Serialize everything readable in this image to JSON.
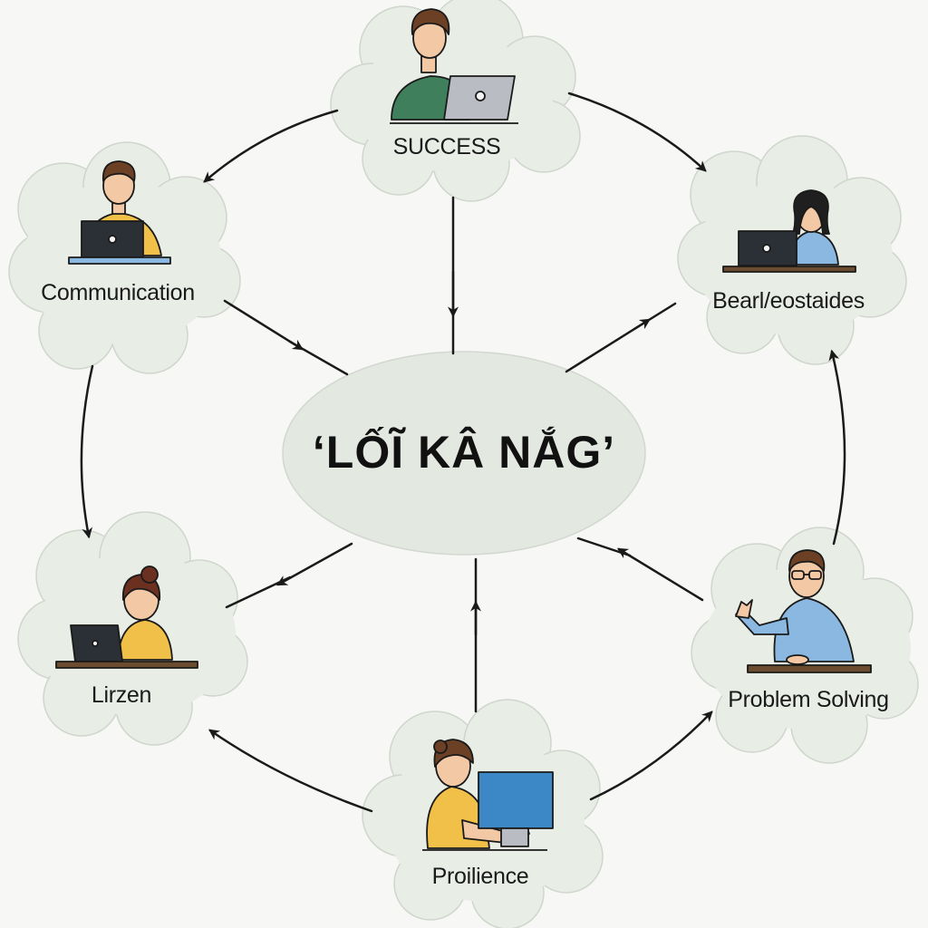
{
  "center": {
    "title": "‘LỐĨ KÂ NẮG’"
  },
  "nodes": [
    {
      "id": "success",
      "label": "SUCCESS"
    },
    {
      "id": "communication",
      "label": "Communication"
    },
    {
      "id": "bearl",
      "label": "Bearl/eostaides"
    },
    {
      "id": "lirzen",
      "label": "Lirzen"
    },
    {
      "id": "problem-solving",
      "label": "Problem Solving"
    },
    {
      "id": "proilience",
      "label": "Proilience"
    }
  ],
  "colors": {
    "background": "#f7f8f5",
    "cloud_fill": "#e8ede6",
    "cloud_stroke": "#cfd6cc",
    "arrow": "#1a1a1a",
    "shirt_green": "#3f7f5c",
    "shirt_yellow": "#f0c048",
    "shirt_blue": "#8ab8e0",
    "hair_brown": "#6b4025",
    "skin": "#f3c9a5",
    "laptop_gray": "#b9bcc3",
    "laptop_dark": "#2b2f36",
    "monitor_blue": "#3c88c7"
  }
}
